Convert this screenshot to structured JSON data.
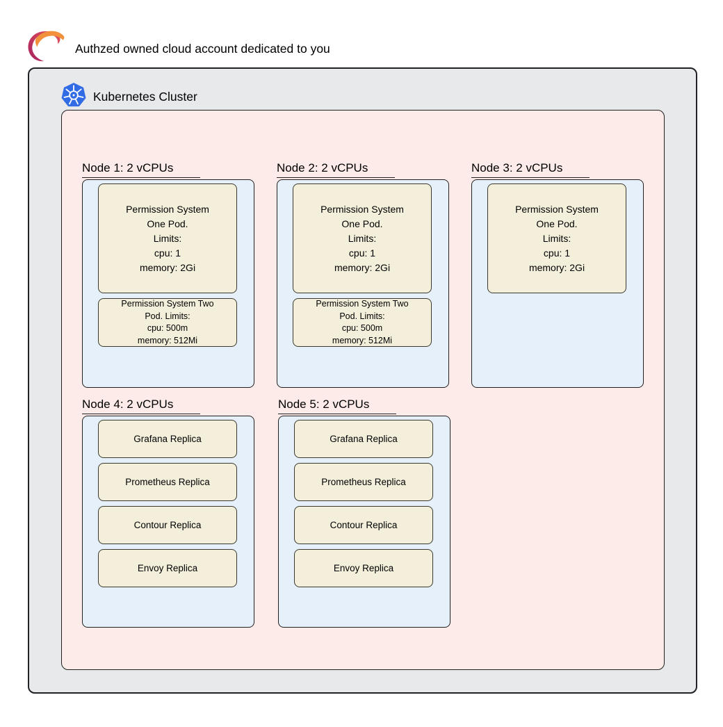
{
  "header": {
    "title": "Authzed owned cloud account dedicated to you"
  },
  "cluster": {
    "label": "Kubernetes Cluster"
  },
  "colors": {
    "outer_account_fill": "#e7e9eb",
    "cluster_fill": "#fcebe8",
    "node_fill": "#e6f0fb",
    "pod_fill": "#f3efdb",
    "kubernetes_blue": "#326ce5",
    "authzed_orange": "#f2903c",
    "authzed_crimson": "#c2315f"
  },
  "nodes": [
    {
      "label": "Node 1: 2 vCPUs",
      "pods": {
        "permission_one": {
          "text": "Permission System\nOne Pod.\nLimits:\ncpu: 1\nmemory: 2Gi"
        },
        "permission_two": {
          "text": "Permission System Two\nPod. Limits:\ncpu: 500m\nmemory: 512Mi"
        }
      }
    },
    {
      "label": "Node 2: 2 vCPUs",
      "pods": {
        "permission_one": {
          "text": "Permission System\nOne Pod.\nLimits:\ncpu: 1\nmemory: 2Gi"
        },
        "permission_two": {
          "text": "Permission System Two\nPod. Limits:\ncpu: 500m\nmemory: 512Mi"
        }
      }
    },
    {
      "label": "Node 3: 2 vCPUs",
      "pods": {
        "permission_one": {
          "text": "Permission System\nOne Pod.\nLimits:\ncpu: 1\nmemory: 2Gi"
        }
      }
    },
    {
      "label": "Node 4: 2 vCPUs",
      "replicas": [
        "Grafana Replica",
        "Prometheus Replica",
        "Contour Replica",
        "Envoy Replica"
      ]
    },
    {
      "label": "Node 5: 2 vCPUs",
      "replicas": [
        "Grafana Replica",
        "Prometheus Replica",
        "Contour Replica",
        "Envoy Replica"
      ]
    }
  ]
}
